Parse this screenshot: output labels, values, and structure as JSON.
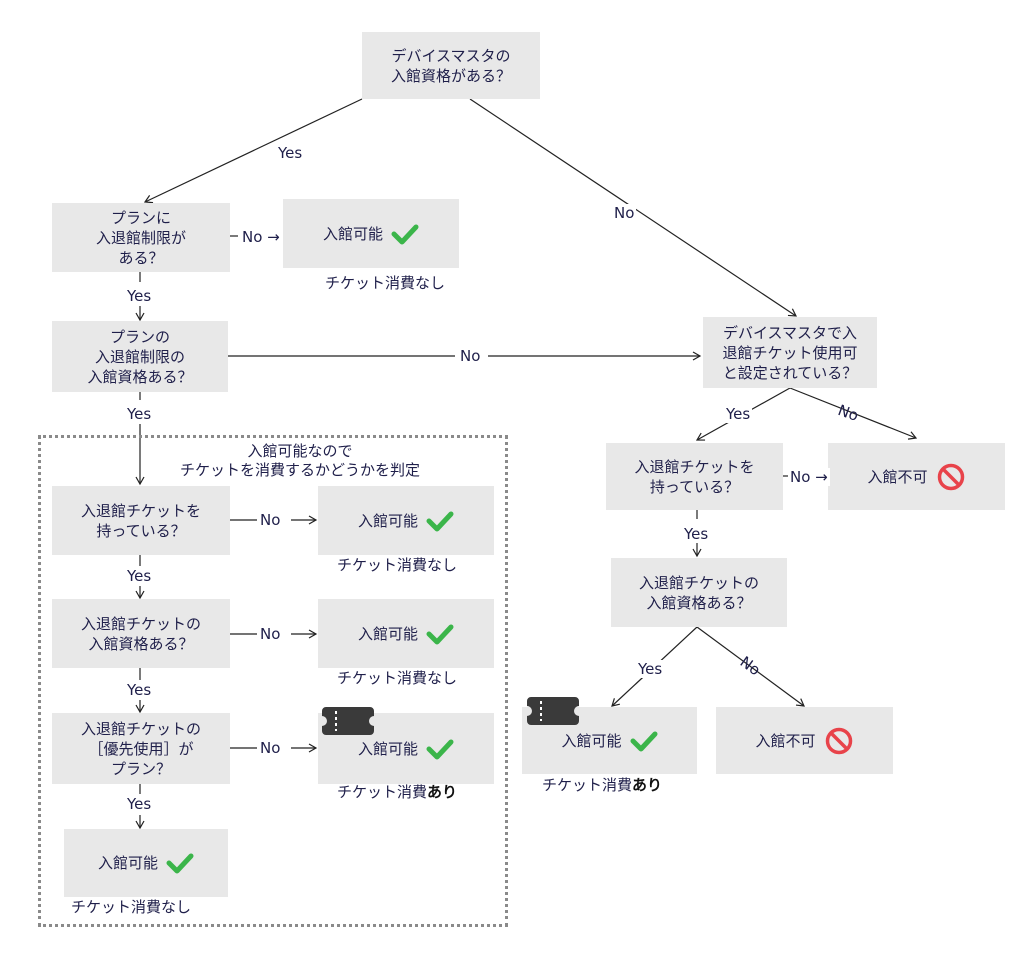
{
  "nodes": {
    "q_device": [
      "デバイスマスタの",
      "入館資格がある？"
    ],
    "q_plan_restrict": [
      "プランに",
      "入退館制限が",
      "ある？"
    ],
    "q_plan_qual": [
      "プランの",
      "入退館制限の",
      "入館資格ある？"
    ],
    "q_device_ticket": [
      "デバイスマスタで入",
      "退館チケット使用可",
      "と設定されている？"
    ],
    "q_right_has": [
      "入退館チケットを",
      "持っている？"
    ],
    "q_right_qual": [
      "入退館チケットの",
      "入館資格ある？"
    ],
    "q_g_has": [
      "入退館チケットを",
      "持っている？"
    ],
    "q_g_qual": [
      "入退館チケットの",
      "入館資格ある？"
    ],
    "q_g_priority": [
      "入退館チケットの",
      "［優先使用］が",
      "プラン？"
    ]
  },
  "results": {
    "allowed": "入館可能",
    "denied": "入館不可"
  },
  "notes": {
    "no_consume": "チケット消費なし",
    "consume_prefix": "チケット消費",
    "consume_bold": "あり"
  },
  "edges": {
    "yes": "Yes",
    "no": "No",
    "no_arrow": "No →"
  },
  "group": {
    "title": [
      "入館可能なので",
      "チケットを消費するかどうかを判定"
    ]
  },
  "colors": {
    "box": "#e8e8e8",
    "check": "#3bb54a",
    "deny": "#e8434a",
    "text": "#1f1f4a",
    "ticket": "#3a3a3a"
  }
}
